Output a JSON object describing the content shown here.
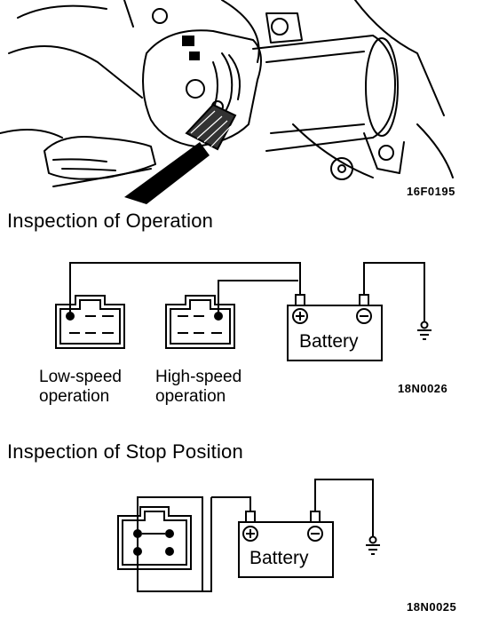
{
  "figure_top": {
    "code": "16F0195"
  },
  "section_operation": {
    "heading": "Inspection of Operation",
    "low_speed_label_line1": "Low-speed",
    "low_speed_label_line2": "operation",
    "high_speed_label_line1": "High-speed",
    "high_speed_label_line2": "operation",
    "battery_label": "Battery",
    "code": "18N0026"
  },
  "section_stop": {
    "heading": "Inspection of Stop Position",
    "battery_label": "Battery",
    "code": "18N0025"
  }
}
